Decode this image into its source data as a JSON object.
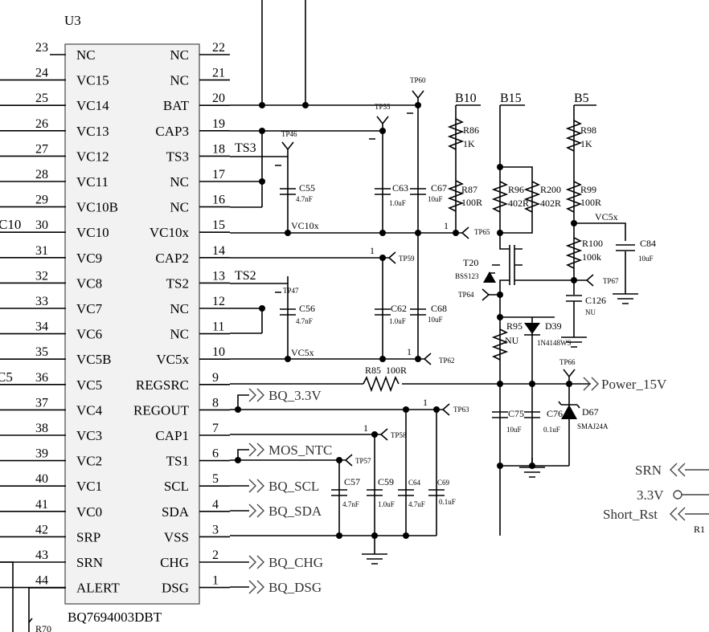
{
  "chip": {
    "ref": "U3",
    "part": "BQ7694003DBT",
    "left_pins": [
      {
        "num": "23",
        "name": "NC"
      },
      {
        "num": "24",
        "name": "VC15"
      },
      {
        "num": "25",
        "name": "VC14"
      },
      {
        "num": "26",
        "name": "VC13"
      },
      {
        "num": "27",
        "name": "VC12"
      },
      {
        "num": "28",
        "name": "VC11"
      },
      {
        "num": "29",
        "name": "VC10B"
      },
      {
        "num": "30",
        "name": "VC10"
      },
      {
        "num": "31",
        "name": "VC9"
      },
      {
        "num": "32",
        "name": "VC8"
      },
      {
        "num": "33",
        "name": "VC7"
      },
      {
        "num": "34",
        "name": "VC6"
      },
      {
        "num": "35",
        "name": "VC5B"
      },
      {
        "num": "36",
        "name": "VC5"
      },
      {
        "num": "37",
        "name": "VC4"
      },
      {
        "num": "38",
        "name": "VC3"
      },
      {
        "num": "39",
        "name": "VC2"
      },
      {
        "num": "40",
        "name": "VC1"
      },
      {
        "num": "41",
        "name": "VC0"
      },
      {
        "num": "42",
        "name": "SRP"
      },
      {
        "num": "43",
        "name": "SRN"
      },
      {
        "num": "44",
        "name": "ALERT"
      }
    ],
    "right_pins": [
      {
        "num": "22",
        "name": "NC"
      },
      {
        "num": "21",
        "name": "NC"
      },
      {
        "num": "20",
        "name": "BAT"
      },
      {
        "num": "19",
        "name": "CAP3"
      },
      {
        "num": "18",
        "name": "TS3"
      },
      {
        "num": "17",
        "name": "NC"
      },
      {
        "num": "16",
        "name": "NC"
      },
      {
        "num": "15",
        "name": "VC10x"
      },
      {
        "num": "14",
        "name": "CAP2"
      },
      {
        "num": "13",
        "name": "TS2"
      },
      {
        "num": "12",
        "name": "NC"
      },
      {
        "num": "11",
        "name": "NC"
      },
      {
        "num": "10",
        "name": "VC5x"
      },
      {
        "num": "9",
        "name": "REGSRC"
      },
      {
        "num": "8",
        "name": "REGOUT"
      },
      {
        "num": "7",
        "name": "CAP1"
      },
      {
        "num": "6",
        "name": "TS1"
      },
      {
        "num": "5",
        "name": "SCL"
      },
      {
        "num": "4",
        "name": "SDA"
      },
      {
        "num": "3",
        "name": "VSS"
      },
      {
        "num": "2",
        "name": "CHG"
      },
      {
        "num": "1",
        "name": "DSG"
      }
    ]
  },
  "edge_labels": {
    "left_vc10": "C10",
    "left_vc5": "C5",
    "bottom_r70": "R70",
    "right_r1": "R1"
  },
  "wire_labels": {
    "ts3": "TS3",
    "ts2": "TS2",
    "vc10x": "VC10x",
    "vc5x": "VC5x",
    "vc5x_right": "VC5x"
  },
  "nets": {
    "bq33": "BQ_3.3V",
    "mos_ntc": "MOS_NTC",
    "bq_scl": "BQ_SCL",
    "bq_sda": "BQ_SDA",
    "bq_chg": "BQ_CHG",
    "bq_dsg": "BQ_DSG",
    "power15": "Power_15V",
    "srn": "SRN",
    "v33": "3.3V",
    "short_rst": "Short_Rst",
    "b10": "B10",
    "b15": "B15",
    "b5": "B5"
  },
  "test_points": {
    "tp60": "TP60",
    "tp55": "TP55",
    "tp46": "TP46",
    "tp65": "TP65",
    "tp59": "TP59",
    "tp47": "TP47",
    "tp62": "TP62",
    "tp64": "TP64",
    "tp67": "TP67",
    "tp66": "TP66",
    "tp63": "TP63",
    "tp58": "TP58",
    "tp57": "TP57",
    "one": "1"
  },
  "components": {
    "r86": {
      "ref": "R86",
      "val": "1K"
    },
    "r87": {
      "ref": "R87",
      "val": "100R"
    },
    "r96": {
      "ref": "R96",
      "val": "402R"
    },
    "r200": {
      "ref": "R200",
      "val": "402R"
    },
    "r98": {
      "ref": "R98",
      "val": "1K"
    },
    "r99": {
      "ref": "R99",
      "val": "100R"
    },
    "r100": {
      "ref": "R100",
      "val": "100k"
    },
    "r95": {
      "ref": "R95",
      "val": "NU"
    },
    "r85": {
      "ref": "R85",
      "val": "100R"
    },
    "c55": {
      "ref": "C55",
      "val": "4.7nF"
    },
    "c63": {
      "ref": "C63",
      "val": "1.0uF"
    },
    "c67": {
      "ref": "C67",
      "val": "10uF"
    },
    "c56": {
      "ref": "C56",
      "val": "4.7nF"
    },
    "c62": {
      "ref": "C62",
      "val": "1.0uF"
    },
    "c68": {
      "ref": "C68",
      "val": "10uF"
    },
    "c84": {
      "ref": "C84",
      "val": "10uF"
    },
    "c126": {
      "ref": "C126",
      "val": "NU"
    },
    "c75": {
      "ref": "C75",
      "val": "10uF"
    },
    "c76": {
      "ref": "C76",
      "val": "0.1uF"
    },
    "c57": {
      "ref": "C57",
      "val": "4.7nF"
    },
    "c59": {
      "ref": "C59",
      "val": "1.0uF"
    },
    "c64": {
      "ref": "C64",
      "val": "4.7uF"
    },
    "c69": {
      "ref": "C69",
      "val": "0.1uF"
    },
    "t20": {
      "ref": "T20",
      "val": "BSS123"
    },
    "d39": {
      "ref": "D39",
      "val": "1N4148WS"
    },
    "d67": {
      "ref": "D67",
      "val": "SMAJ24A"
    }
  }
}
